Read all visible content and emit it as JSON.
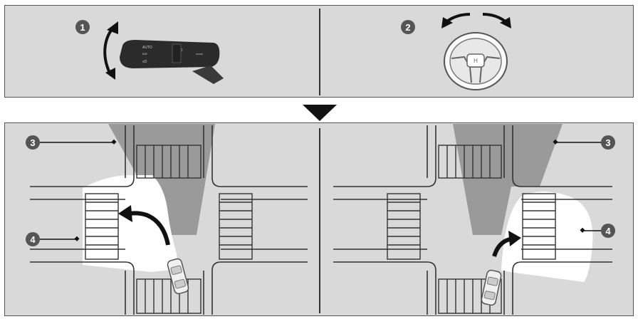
{
  "callouts": {
    "n1": "1",
    "n2": "2",
    "n3": "3",
    "n4": "4"
  },
  "colors": {
    "panel_bg": "#d9d9d9",
    "road_line": "#333333",
    "blind_zone": "#9a9a9a",
    "camera_zone": "#ffffff",
    "callout_circle": "#555555"
  },
  "icons": {
    "stalk": "turn-signal-stalk-icon",
    "wheel": "steering-wheel-icon",
    "car": "car-icon",
    "arrow": "turn-arrow-icon",
    "flow": "down-triangle-icon"
  }
}
